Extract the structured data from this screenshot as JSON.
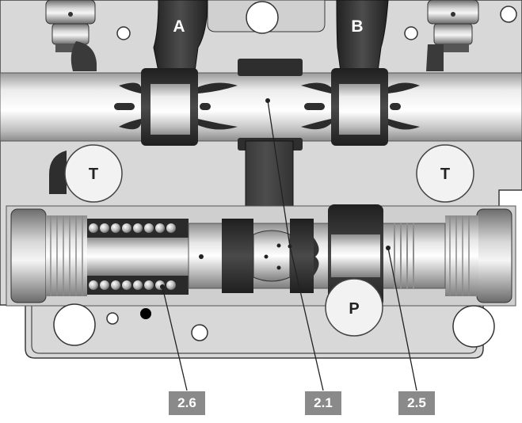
{
  "ports": {
    "A": "A",
    "B": "B",
    "T_left": "T",
    "T_right": "T",
    "P": "P"
  },
  "callouts": {
    "spring": "2.6",
    "spool": "2.1",
    "plunger": "2.5"
  },
  "colors": {
    "body": "#d9d9d9",
    "body_outline": "#3a3a3a",
    "channel_dark": "#2e2e2e",
    "metal_light": "#eeeeee",
    "metal_mid": "#b8b8b8",
    "callout_bg": "#8a8a8a"
  }
}
